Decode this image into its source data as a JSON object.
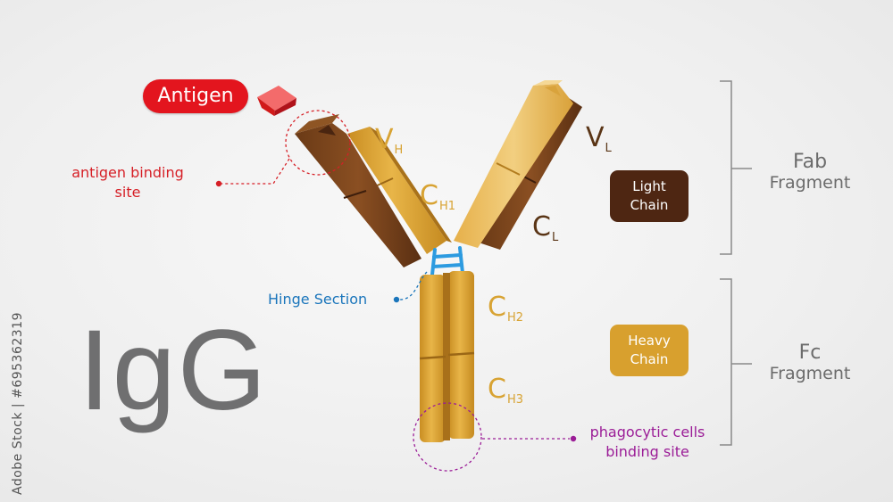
{
  "title": "IgG",
  "antigen": {
    "label": "Antigen"
  },
  "callouts": {
    "antigen_binding_site": [
      "antigen binding",
      "site"
    ],
    "hinge_section": "Hinge Section",
    "phagocytic_binding_site": [
      "phagocytic cells",
      "binding site"
    ]
  },
  "domains": {
    "vh": {
      "main": "V",
      "sub": "H"
    },
    "vl": {
      "main": "V",
      "sub": "L"
    },
    "ch1": {
      "main": "C",
      "sub": "H1"
    },
    "cl": {
      "main": "C",
      "sub": "L"
    },
    "ch2": {
      "main": "C",
      "sub": "H2"
    },
    "ch3": {
      "main": "C",
      "sub": "H3"
    }
  },
  "chains": {
    "light": [
      "Light",
      "Chain"
    ],
    "heavy": [
      "Heavy",
      "Chain"
    ]
  },
  "fragments": {
    "fab": [
      "Fab",
      "Fragment"
    ],
    "fc": [
      "Fc",
      "Fragment"
    ]
  },
  "watermark": "Adobe Stock | #695362319",
  "colors": {
    "antigen_red": "#e3151e",
    "heavy_gold": "#d8a02e",
    "light_brown": "#4e2612",
    "hinge_blue": "#1a75bb",
    "callout_purple": "#9b1d97",
    "text_gray": "#6f6f70"
  }
}
